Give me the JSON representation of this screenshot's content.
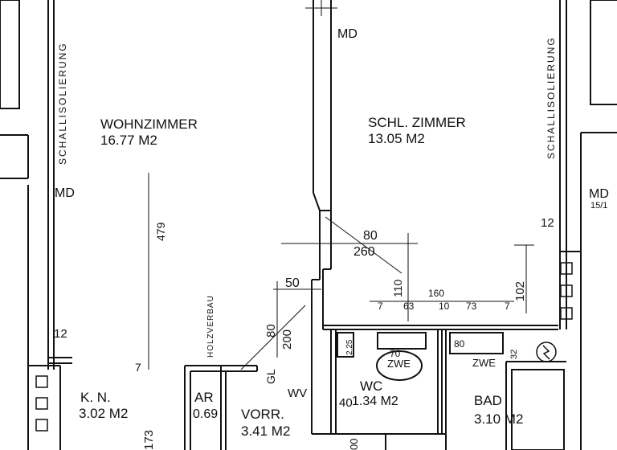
{
  "rooms": {
    "wohnzimmer": {
      "name": "WOHNZIMMER",
      "area": "16.77 M2"
    },
    "schlafzimmer": {
      "name": "SCHL. ZIMMER",
      "area": "13.05  M2"
    },
    "kueche": {
      "name": "K. N.",
      "area": "3.02  M2"
    },
    "abstellraum": {
      "name": "AR",
      "area": "0.69"
    },
    "vorraum": {
      "name": "VORR.",
      "area": "3.41 M2"
    },
    "wc": {
      "name": "WC",
      "area": "1.34 M2"
    },
    "bad": {
      "name": "BAD",
      "area": "3.10  M2"
    }
  },
  "annotations": {
    "schallisolierung": "SCHALLISOLIERUNG",
    "md": "MD",
    "md_right_sub": "15/1",
    "holzverbau": "HOLZVERBAU",
    "gl": "GL",
    "wv": "WV",
    "zwe": "ZWE"
  },
  "dimensions": {
    "d479": "479",
    "d80a": "80",
    "d260": "260",
    "d110": "110",
    "d50": "50",
    "d80b": "80",
    "d200": "200",
    "d12a": "12",
    "d12b": "12",
    "d7a": "7",
    "d173": "173",
    "d160": "160",
    "d7b": "7",
    "d63": "63",
    "d10": "10",
    "d73": "73",
    "d7c": "7",
    "d102": "102",
    "d70": "70",
    "d80c": "80",
    "d32": "32",
    "d40": "40",
    "d25": "2.25",
    "d00": "00"
  }
}
